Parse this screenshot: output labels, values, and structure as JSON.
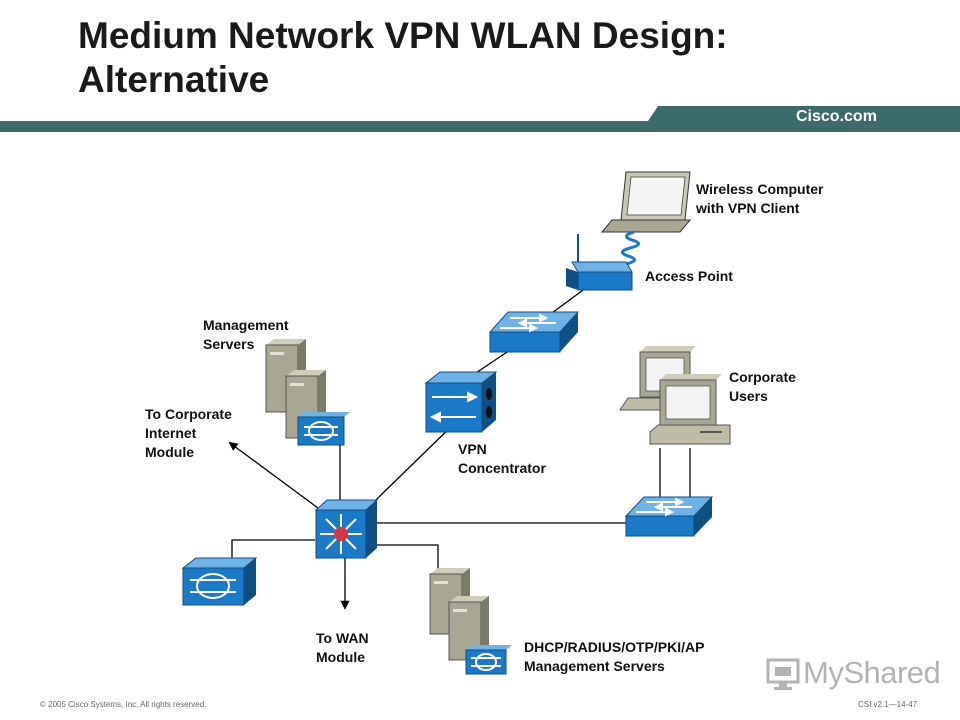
{
  "slide": {
    "title_line1": "Medium Network VPN WLAN Design:",
    "title_line2": "Alternative",
    "brand": "Cisco.com",
    "watermark": "MyShared",
    "footer_left": "© 2005 Cisco Systems, Inc. All rights reserved.",
    "footer_right": "CSI v2.1—14-47"
  },
  "labels": {
    "wireless_computer": "Wireless Computer\nwith VPN Client",
    "access_point": "Access Point",
    "management_servers": "Management\nServers",
    "corporate_users": "Corporate\nUsers",
    "to_corporate_internet": "To Corporate\nInternet\nModule",
    "vpn_concentrator": "VPN\nConcentrator",
    "to_wan": "To WAN\nModule",
    "dhcp_servers": "DHCP/RADIUS/OTP/PKI/AP\nManagement Servers"
  },
  "colors": {
    "band": "#3d6b6b",
    "device_blue": "#1a7ac7",
    "device_light": "#6fb3e6",
    "device_dark": "#0e4f86",
    "server_tan": "#a8a793",
    "core_red": "#d6344a"
  },
  "icons": [
    "laptop-icon",
    "access-point-icon",
    "switch-icon",
    "vpn-concentrator-icon",
    "server-icon",
    "router-icon",
    "multilayer-switch-icon",
    "workstation-icon",
    "arrow-icon"
  ]
}
